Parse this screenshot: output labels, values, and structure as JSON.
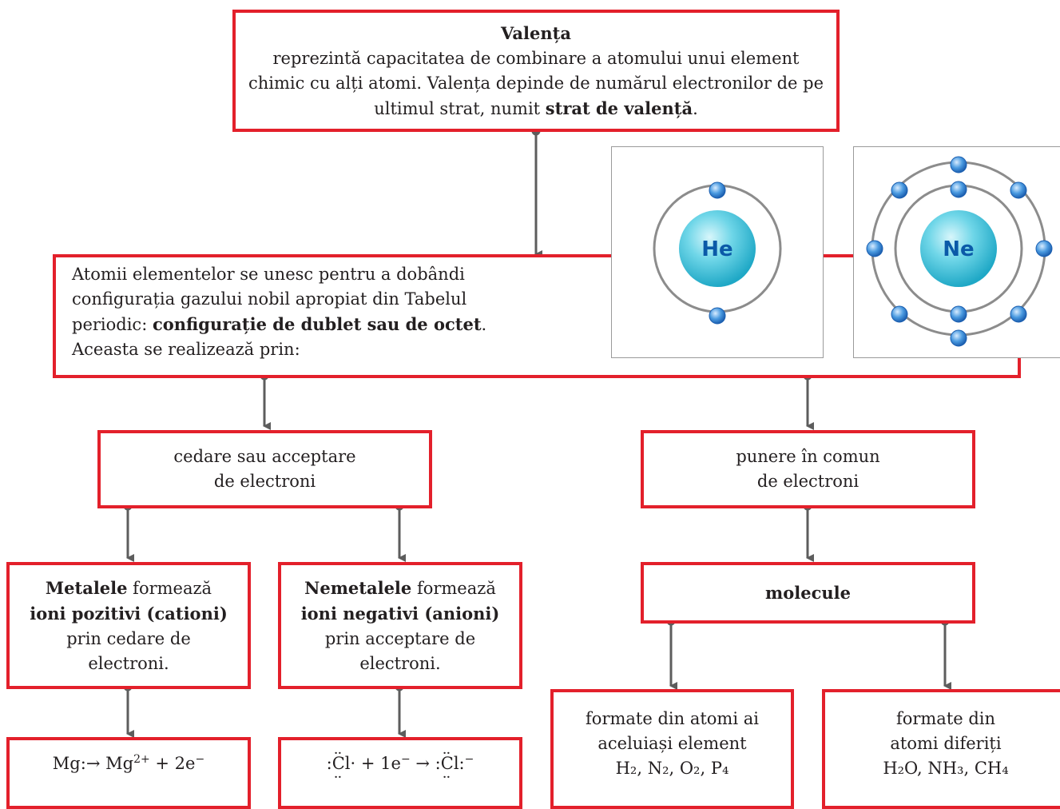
{
  "top": {
    "title": "Valența",
    "line1": "reprezintă capacitatea de combinare a atomului unui element",
    "line2": "chimic cu alți atomi. Valența depinde de numărul electronilor de pe",
    "line3_prefix": "ultimul strat, numit ",
    "line3_bold": "strat de valență",
    "line3_suffix": "."
  },
  "mid": {
    "line1": "Atomii elementelor se unesc pentru a dobândi",
    "line2": "configurația gazului nobil apropiat din Tabelul",
    "line3_prefix": "periodic: ",
    "line3_bold": "configurație de dublet sau de octet",
    "line3_suffix": ".",
    "line4": "Aceasta se realizează prin:"
  },
  "atoms": [
    {
      "symbol": "He",
      "shells": 1
    },
    {
      "symbol": "Ne",
      "shells": 2
    }
  ],
  "ionic": {
    "line1": "cedare sau acceptare",
    "line2": "de electroni"
  },
  "covalent": {
    "line1": "punere în comun",
    "line2": "de electroni"
  },
  "metals": {
    "bold1": "Metalele",
    "rest1": " formează",
    "bold2": "ioni pozitivi (cationi)",
    "line3": "prin cedare de",
    "line4": "electroni."
  },
  "nonmetals": {
    "bold1": "Nemetalele",
    "rest1": " formează",
    "bold2": "ioni negativi (anioni)",
    "line3": "prin acceptare de",
    "line4": "electroni."
  },
  "molecules": {
    "label": "molecule"
  },
  "same_element": {
    "line1": "formate din atomi ai",
    "line2": "aceluiași element",
    "formula": "H₂, N₂, O₂, P₄"
  },
  "different": {
    "line1": "formate din",
    "line2": "atomi diferiți",
    "formula": "H₂O, NH₃, CH₄"
  },
  "eq_mg": {
    "lhs": "Mg:",
    "arrow": "→",
    "ion": "Mg",
    "charge": "2+",
    "rest": " + 2e",
    "sign": "−"
  },
  "eq_cl": {
    "lhs": "Cl",
    "mid": " + 1e",
    "sign1": "−",
    "arrow": "→",
    "ion": "Cl",
    "sign2": "−"
  },
  "colors": {
    "border": "#e3202b",
    "connector": "#5d5d5d",
    "nucleus": "#3cc3dc",
    "electron": "#2f7fd0"
  }
}
